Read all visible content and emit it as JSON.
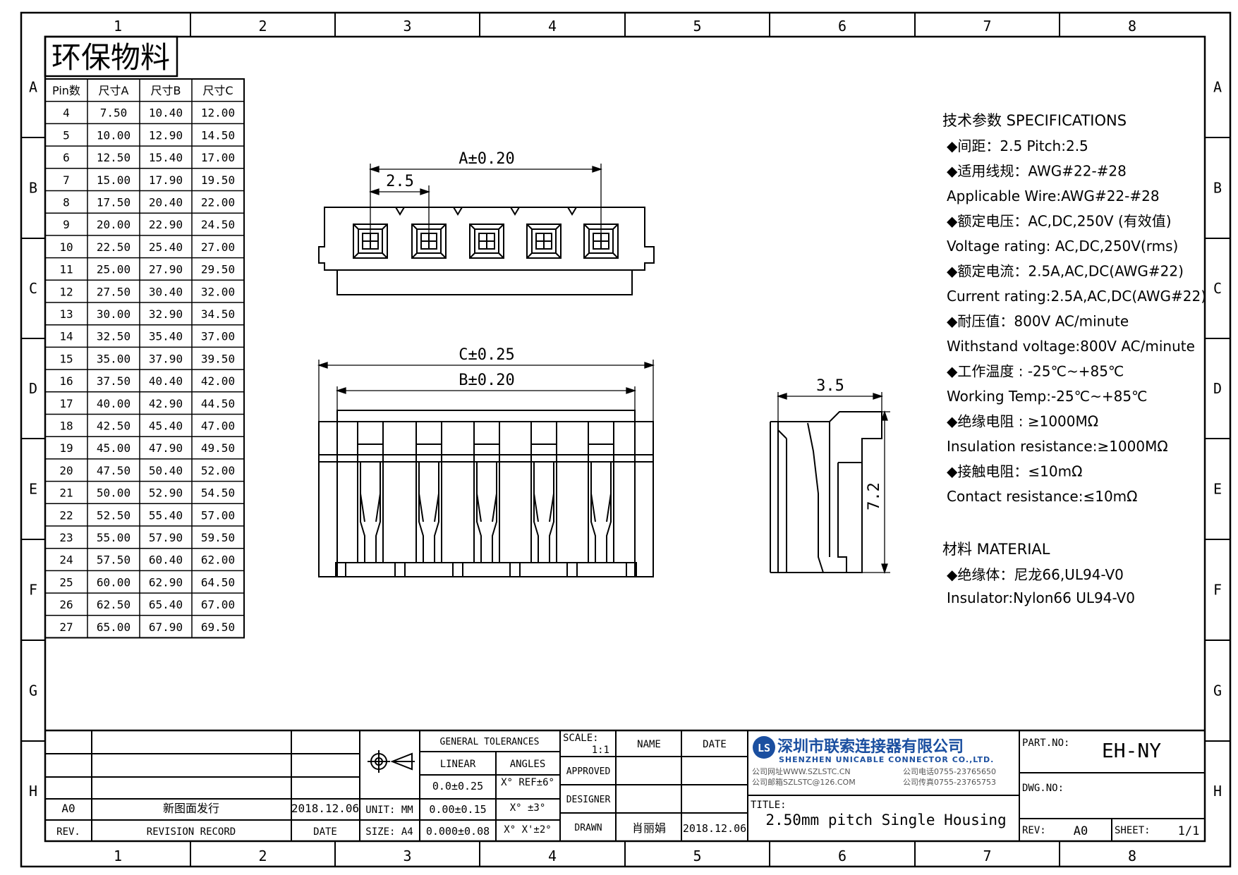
{
  "border": {
    "columns": [
      "1",
      "2",
      "3",
      "4",
      "5",
      "6",
      "7",
      "8"
    ],
    "rows": [
      "A",
      "B",
      "C",
      "D",
      "E",
      "F",
      "G",
      "H"
    ]
  },
  "badge": "环保物料",
  "dim_table": {
    "headers": [
      "Pin数",
      "尺寸A",
      "尺寸B",
      "尺寸C"
    ],
    "rows": [
      [
        "4",
        "7.50",
        "10.40",
        "12.00"
      ],
      [
        "5",
        "10.00",
        "12.90",
        "14.50"
      ],
      [
        "6",
        "12.50",
        "15.40",
        "17.00"
      ],
      [
        "7",
        "15.00",
        "17.90",
        "19.50"
      ],
      [
        "8",
        "17.50",
        "20.40",
        "22.00"
      ],
      [
        "9",
        "20.00",
        "22.90",
        "24.50"
      ],
      [
        "10",
        "22.50",
        "25.40",
        "27.00"
      ],
      [
        "11",
        "25.00",
        "27.90",
        "29.50"
      ],
      [
        "12",
        "27.50",
        "30.40",
        "32.00"
      ],
      [
        "13",
        "30.00",
        "32.90",
        "34.50"
      ],
      [
        "14",
        "32.50",
        "35.40",
        "37.00"
      ],
      [
        "15",
        "35.00",
        "37.90",
        "39.50"
      ],
      [
        "16",
        "37.50",
        "40.40",
        "42.00"
      ],
      [
        "17",
        "40.00",
        "42.90",
        "44.50"
      ],
      [
        "18",
        "42.50",
        "45.40",
        "47.00"
      ],
      [
        "19",
        "45.00",
        "47.90",
        "49.50"
      ],
      [
        "20",
        "47.50",
        "50.40",
        "52.00"
      ],
      [
        "21",
        "50.00",
        "52.90",
        "54.50"
      ],
      [
        "22",
        "52.50",
        "55.40",
        "57.00"
      ],
      [
        "23",
        "55.00",
        "57.90",
        "59.50"
      ],
      [
        "24",
        "57.50",
        "60.40",
        "62.00"
      ],
      [
        "25",
        "60.00",
        "62.90",
        "64.50"
      ],
      [
        "26",
        "62.50",
        "65.40",
        "67.00"
      ],
      [
        "27",
        "65.00",
        "67.90",
        "69.50"
      ]
    ]
  },
  "dims": {
    "a": "A±0.20",
    "pitch": "2.5",
    "c": "C±0.25",
    "b": "B±0.20",
    "width": "3.5",
    "height": "7.2"
  },
  "specs": {
    "title": "技术参数  SPECIFICATIONS",
    "lines": [
      "◆间距：2.5       Pitch:2.5",
      "◆适用线规：AWG#22-#28",
      " Applicable Wire:AWG#22-#28",
      "◆额定电压：AC,DC,250V (有效值)",
      " Voltage rating: AC,DC,250V(rms)",
      "◆额定电流：2.5A,AC,DC(AWG#22)",
      " Current rating:2.5A,AC,DC(AWG#22)",
      "◆耐压值：800V AC/minute",
      "  Withstand voltage:800V AC/minute",
      "◆工作温度 : -25℃~+85℃",
      " Working Temp:-25℃~+85℃",
      "◆绝缘电阻 : ≥1000MΩ",
      " Insulation resistance:≥1000MΩ",
      "◆接触电阻：≤10mΩ",
      " Contact resistance:≤10mΩ"
    ],
    "material_title": "材料  MATERIAL",
    "material_lines": [
      "◆绝缘体：尼龙66,UL94-V0",
      "  Insulator:Nylon66 UL94-V0"
    ]
  },
  "title_block": {
    "rev_row": {
      "rev": "A0",
      "record": "新图面发行",
      "date": "2018.12.06"
    },
    "rev_header": {
      "rev": "REV.",
      "record": "REVISION RECORD",
      "date": "DATE"
    },
    "unit": "UNIT: MM",
    "size": "SIZE: A4",
    "general_tolerances": "GENERAL TOLERANCES",
    "linear": "LINEAR",
    "angles": "ANGLES",
    "lin1": "0.0±0.25",
    "lin2": "0.00±0.15",
    "lin3": "0.000±0.08",
    "ang1": "X° REF±6°",
    "ang2": "X° ±3°",
    "ang3": "X° X'±2°",
    "scale_label": "SCALE:",
    "scale_value": "1:1",
    "name": "NAME",
    "date": "DATE",
    "approved": "APPROVED",
    "designer": "DESIGNER",
    "drawn": "DRAWN",
    "drawn_name": "肖丽娟",
    "drawn_date": "2018.12.06",
    "company_cn": "深圳市联索连接器有限公司",
    "company_en": "SHENZHEN UNICABLE CONNECTOR CO.,LTD.",
    "web": "公司网址WWW.SZLSTC.CN",
    "mail": "公司邮箱SZLSTC@126.COM",
    "tel": "公司电话0755-23765650",
    "fax": "公司传真0755-23765753",
    "logo_text": "LS",
    "title_label": "TITLE:",
    "title_value": "2.50mm pitch Single Housing",
    "part_no_label": "PART.NO:",
    "part_no": "EH-NY",
    "dwg_no_label": "DWG.NO:",
    "rev_label": "REV:",
    "rev_value": "A0",
    "sheet_label": "SHEET:",
    "sheet_value": "1/1"
  }
}
